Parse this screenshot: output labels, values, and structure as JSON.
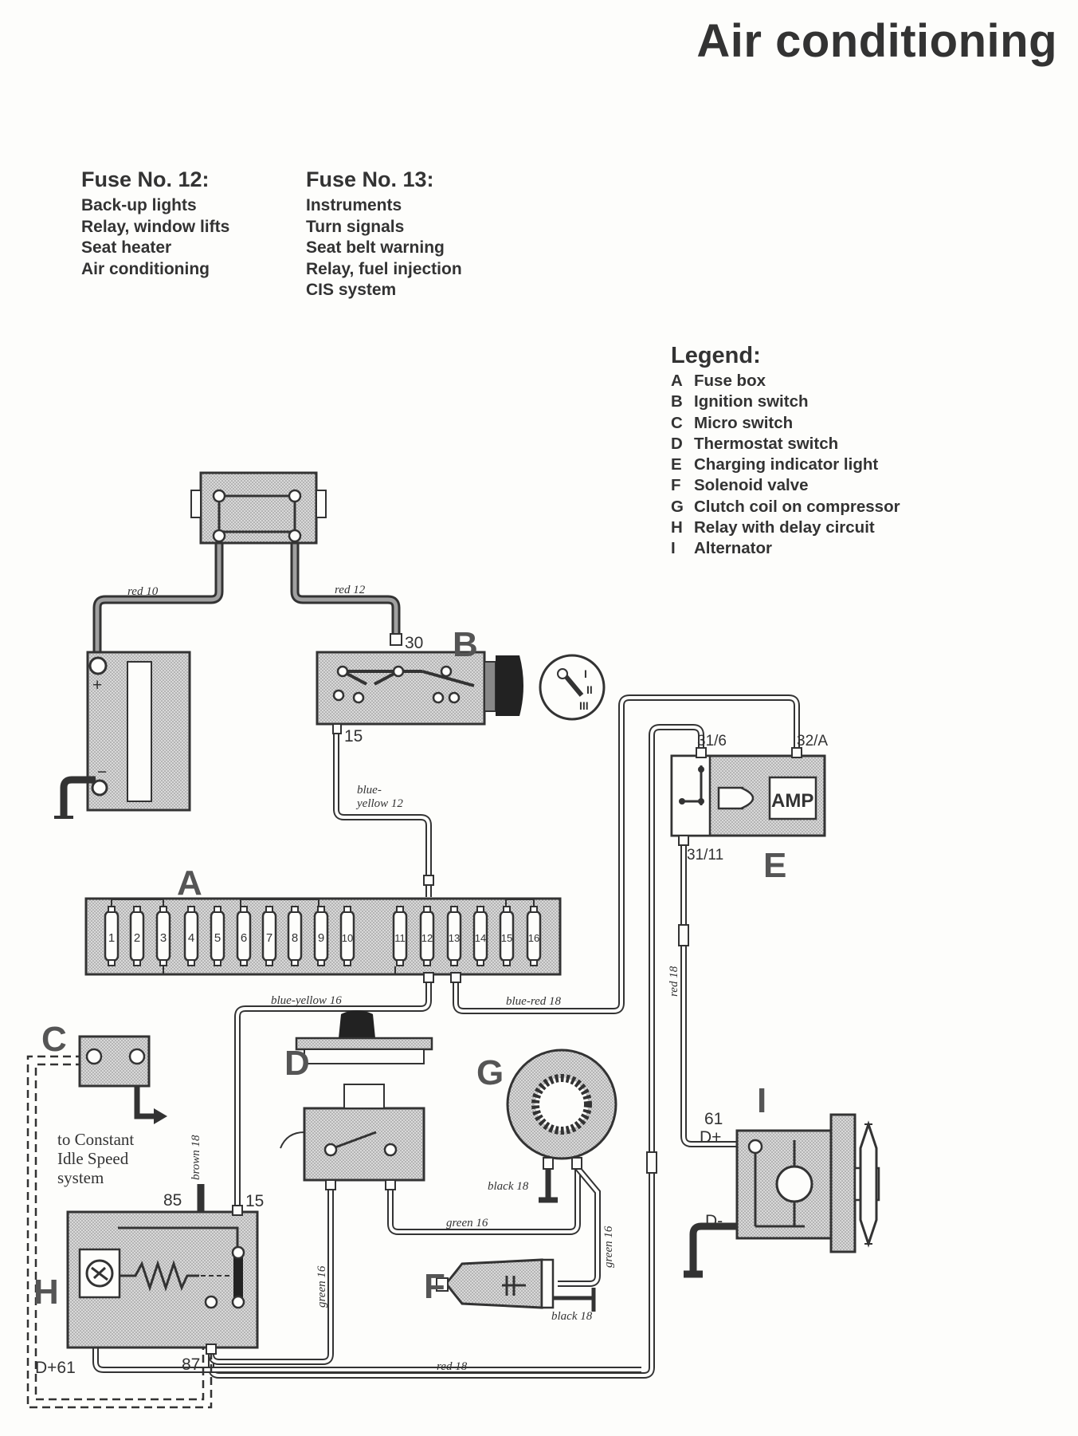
{
  "title": "Air conditioning",
  "fuse12": {
    "heading": "Fuse No. 12:",
    "items": [
      "Back-up lights",
      "Relay, window lifts",
      "Seat heater",
      "Air conditioning"
    ]
  },
  "fuse13": {
    "heading": "Fuse No. 13:",
    "items": [
      "Instruments",
      "Turn signals",
      "Seat belt warning",
      "Relay, fuel injection",
      "CIS system"
    ]
  },
  "legend": {
    "heading": "Legend:",
    "items": [
      {
        "key": "A",
        "text": "Fuse box"
      },
      {
        "key": "B",
        "text": "Ignition switch"
      },
      {
        "key": "C",
        "text": "Micro switch"
      },
      {
        "key": "D",
        "text": "Thermostat switch"
      },
      {
        "key": "E",
        "text": "Charging indicator light"
      },
      {
        "key": "F",
        "text": "Solenoid valve"
      },
      {
        "key": "G",
        "text": "Clutch coil on compressor"
      },
      {
        "key": "H",
        "text": "Relay with delay circuit"
      },
      {
        "key": "I",
        "text": "Alternator"
      }
    ]
  },
  "diagram": {
    "component_letters": {
      "A": "A",
      "B": "B",
      "C": "C",
      "D": "D",
      "E": "E",
      "F": "F",
      "G": "G",
      "H": "H",
      "I": "I"
    },
    "fuse_numbers": [
      "1",
      "2",
      "3",
      "4",
      "5",
      "6",
      "7",
      "8",
      "9",
      "10",
      "11",
      "12",
      "13",
      "14",
      "15",
      "16"
    ],
    "ignition_positions": [
      "I",
      "II",
      "III"
    ],
    "wire_labels": {
      "red10": "red 10",
      "red12": "red 12",
      "blue_yellow12_a": "blue-",
      "blue_yellow12_b": "yellow 12",
      "blue_yellow16": "blue-yellow 16",
      "blue_red18": "blue-red 18",
      "red18_vertical": "red 18",
      "red18_bottom": "red 18",
      "brown18": "brown 18",
      "green16_vertical": "green 16",
      "green16_horizontal": "green 16",
      "green16_right": "green 16",
      "black18_top": "black 18",
      "black18_bottom": "black 18"
    },
    "terminal_labels": {
      "t30": "30",
      "t15_b": "15",
      "t31_6": "31/6",
      "t32_a": "32/A",
      "t31_11": "31/11",
      "t61": "61",
      "t_dplus": "D+",
      "t_dminus": "D-",
      "t85": "85",
      "t15_h": "15",
      "t87": "87",
      "t_dplus61": "D+61",
      "amp": "AMP",
      "battery_plus": "+",
      "battery_minus": "−"
    },
    "constant_idle_note": [
      "to Constant",
      "Idle Speed",
      "system"
    ]
  },
  "colors": {
    "ink": "#333333",
    "stipple": "#cfcfcf",
    "background": "#fdfdfb"
  }
}
